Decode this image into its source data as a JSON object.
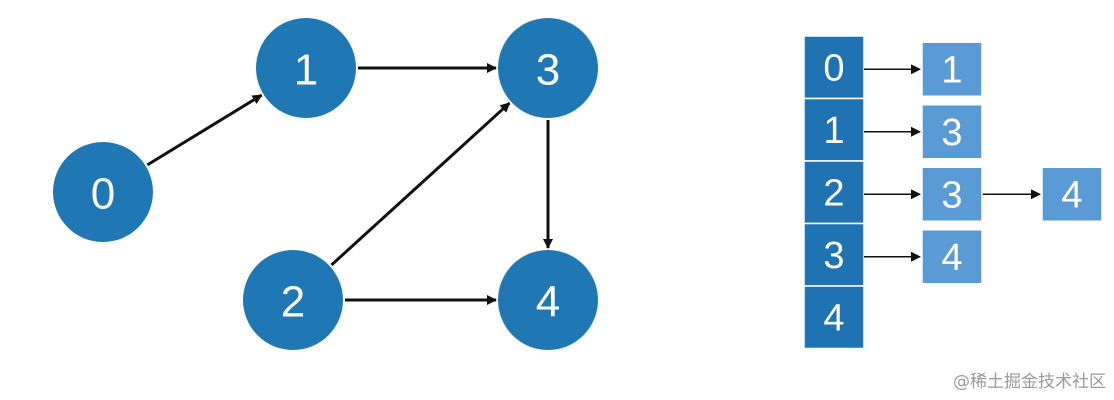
{
  "colors": {
    "node_fill": "#1f77b4",
    "index_cell_fill": "#1f73b2",
    "list_cell_fill": "#5b9bd5",
    "edge": "#111111",
    "label": "#ffffff"
  },
  "graph": {
    "nodes": [
      {
        "id": "0",
        "label": "0"
      },
      {
        "id": "1",
        "label": "1"
      },
      {
        "id": "2",
        "label": "2"
      },
      {
        "id": "3",
        "label": "3"
      },
      {
        "id": "4",
        "label": "4"
      }
    ],
    "edges": [
      {
        "from": "0",
        "to": "1"
      },
      {
        "from": "1",
        "to": "3"
      },
      {
        "from": "2",
        "to": "3"
      },
      {
        "from": "2",
        "to": "4"
      },
      {
        "from": "3",
        "to": "4"
      }
    ]
  },
  "adjacency_list": {
    "index_labels": [
      "0",
      "1",
      "2",
      "3",
      "4"
    ],
    "rows": [
      {
        "index": "0",
        "neighbors": [
          "1"
        ]
      },
      {
        "index": "1",
        "neighbors": [
          "3"
        ]
      },
      {
        "index": "2",
        "neighbors": [
          "3",
          "4"
        ]
      },
      {
        "index": "3",
        "neighbors": [
          "4"
        ]
      },
      {
        "index": "4",
        "neighbors": []
      }
    ]
  },
  "watermark": {
    "text": "@稀土掘金技术社区"
  }
}
